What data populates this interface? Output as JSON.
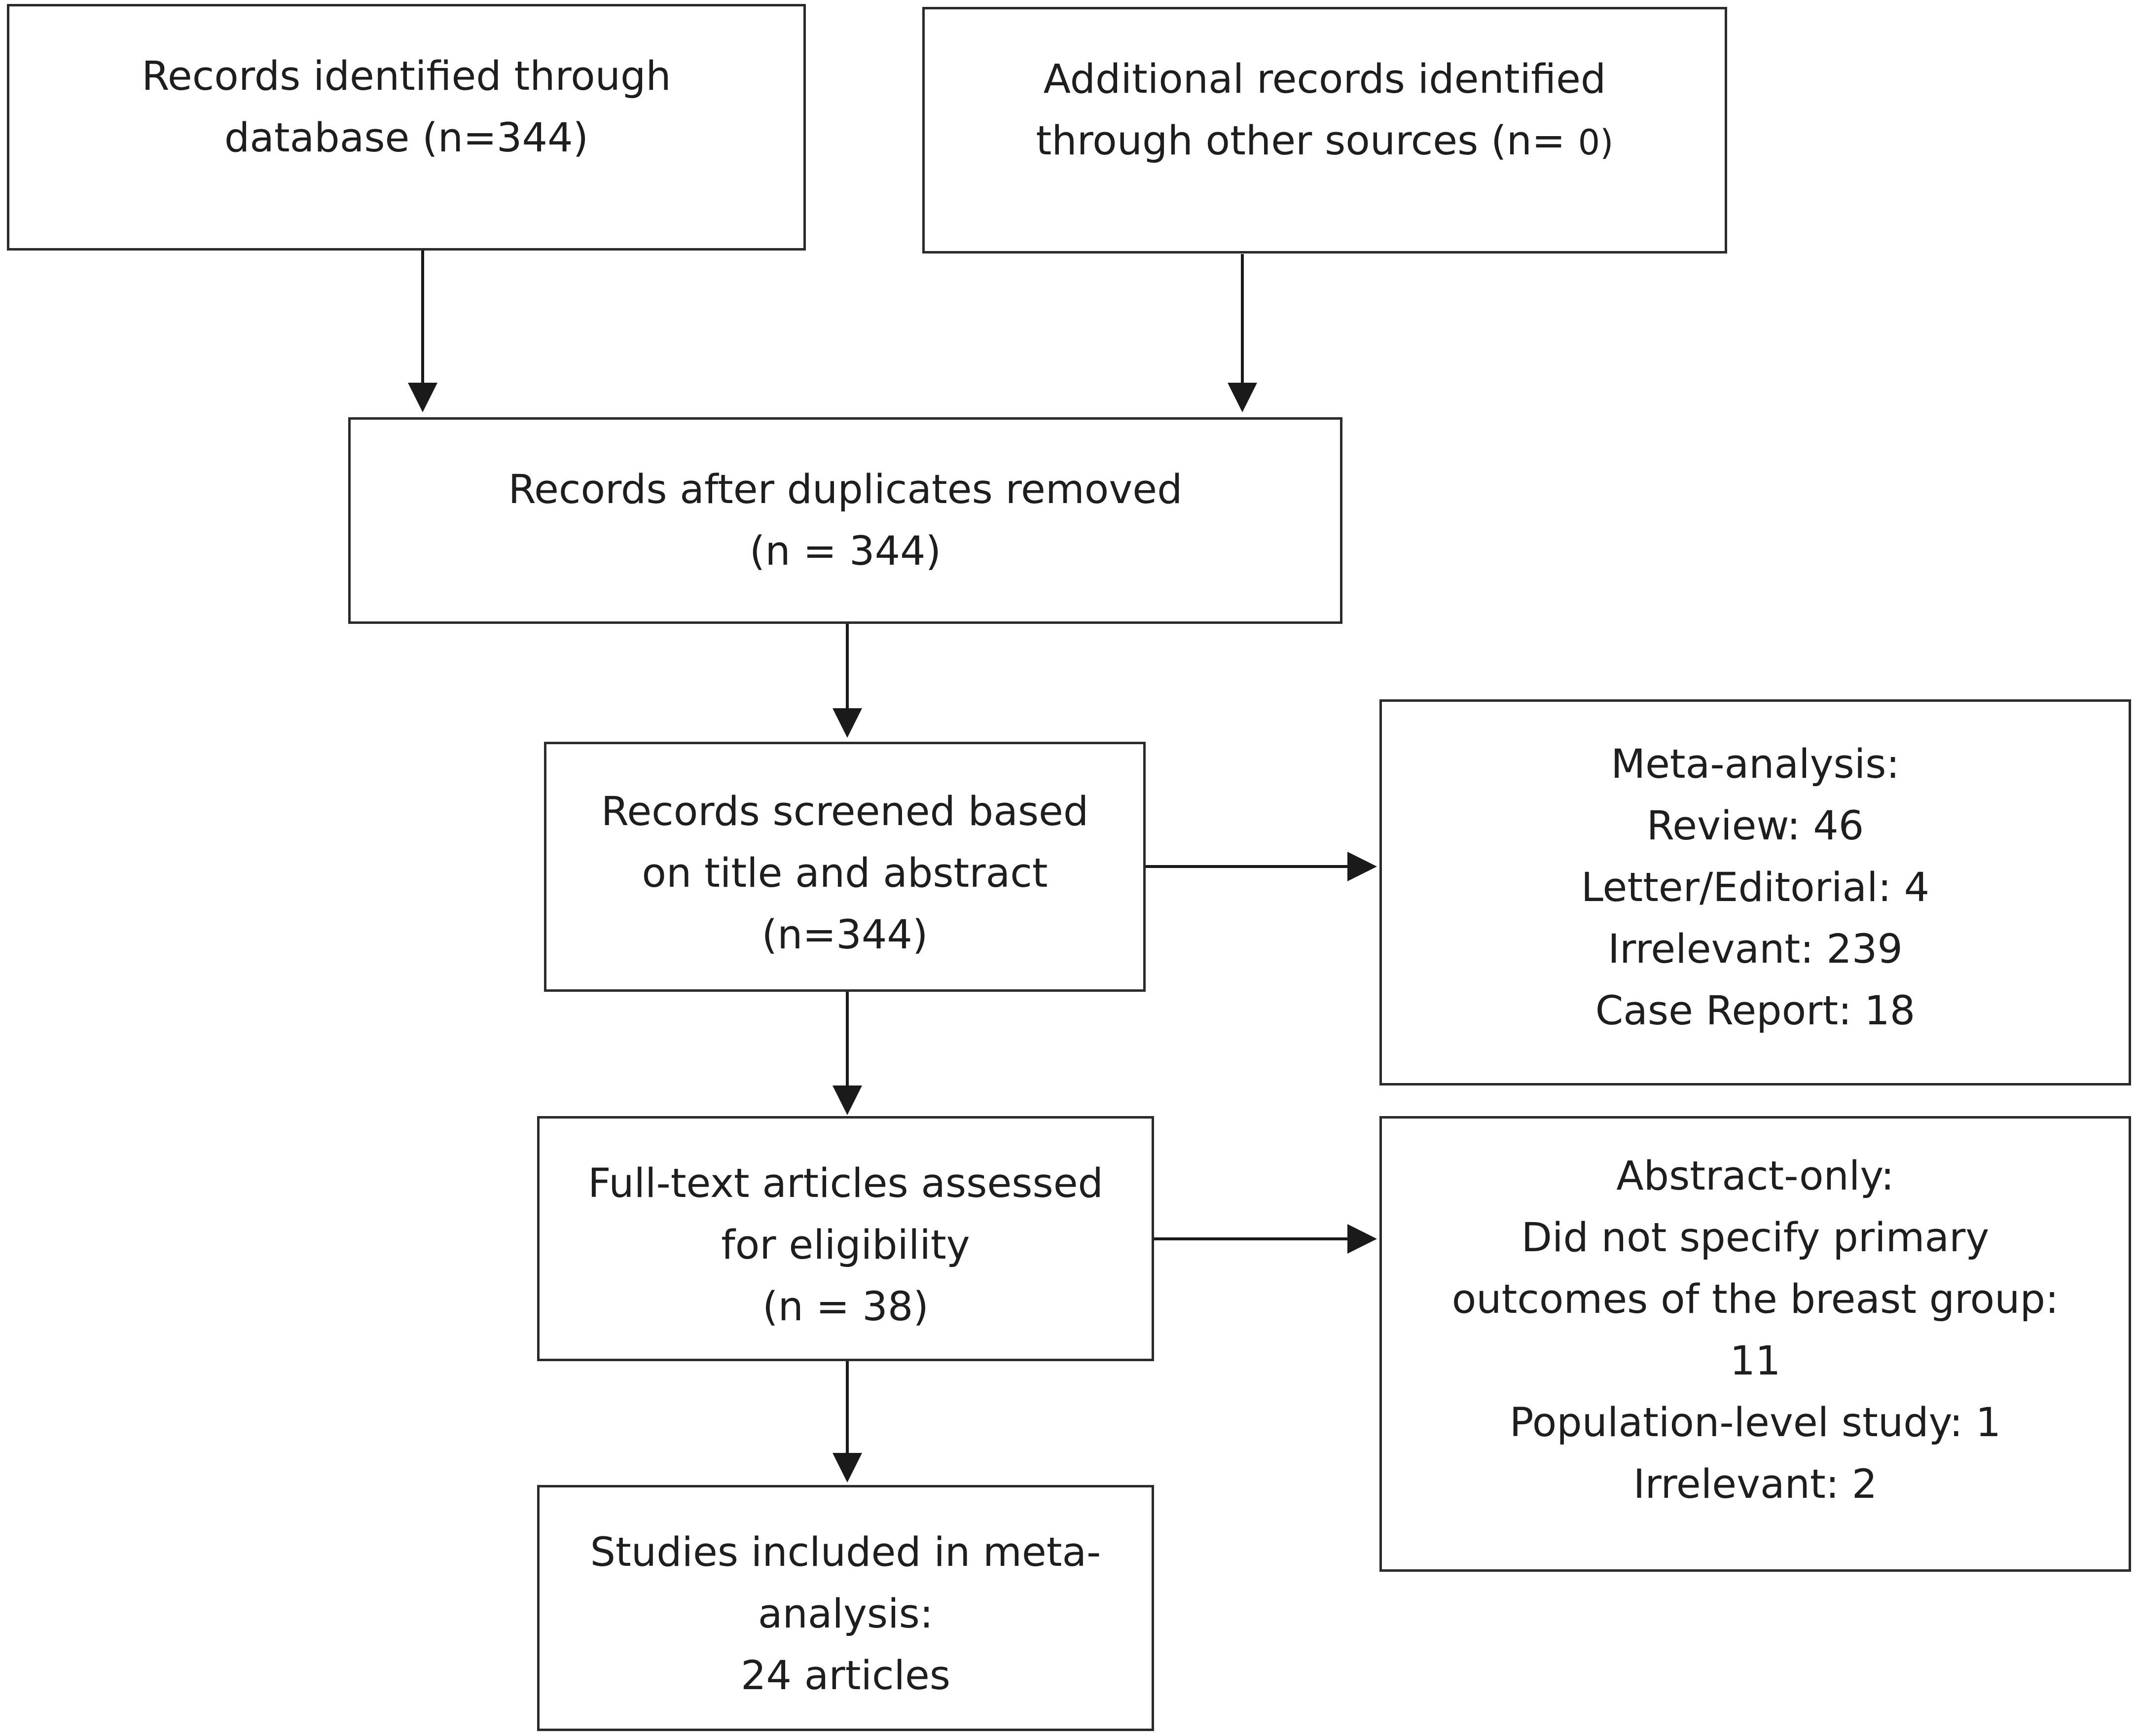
{
  "boxes": {
    "identified_database": {
      "lines": [
        "Records identified through",
        "database (n=344)"
      ]
    },
    "identified_other": {
      "lines": [
        "Additional records identified",
        "through other sources (n= "
      ],
      "count": "0",
      "close": ")"
    },
    "after_duplicates": {
      "lines": [
        "Records after duplicates removed",
        "(n = 344)"
      ]
    },
    "screened": {
      "lines": [
        "Records screened based",
        "on title and abstract",
        "(n=344)"
      ]
    },
    "excluded_screening": {
      "lines": [
        "Meta-analysis:",
        "Review: 46",
        "Letter/Editorial: 4",
        "Irrelevant: 239",
        "Case Report: 18"
      ]
    },
    "full_text": {
      "lines": [
        "Full-text articles assessed",
        "for eligibility",
        "(n = 38)"
      ]
    },
    "excluded_full_text": {
      "lines": [
        "Abstract-only:",
        "Did not specify primary",
        "outcomes of the breast group:",
        "11",
        "Population-level study: 1",
        "Irrelevant: 2"
      ]
    },
    "included": {
      "lines": [
        "Studies included in meta-",
        "analysis:",
        "24 articles"
      ]
    }
  },
  "colors": {
    "border": "#2b2b2b",
    "text": "#1e1e1e",
    "arrow": "#1a1a1a"
  }
}
